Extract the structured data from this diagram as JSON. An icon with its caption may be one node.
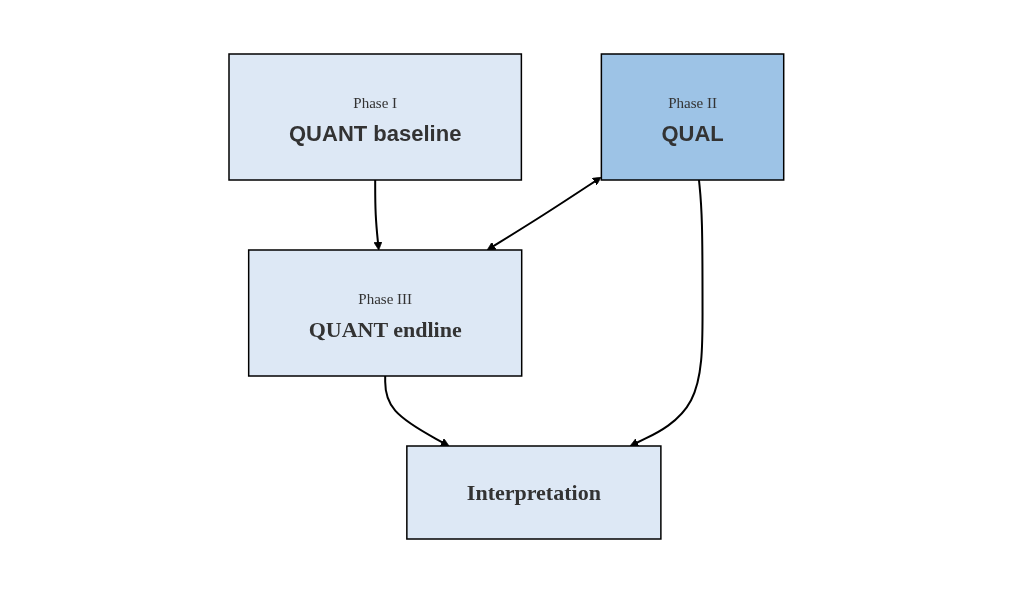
{
  "diagram": {
    "nodes": [
      {
        "text": [
          "Phase I",
          "QUANT baseline"
        ]
      },
      {
        "text": [
          "Phase II",
          "QUAL"
        ]
      },
      {
        "text": [
          "Phase III",
          "QUANT endline"
        ]
      },
      {
        "text": [
          "Interpretation"
        ]
      }
    ],
    "edges": [
      {
        "from": 0,
        "to": 2,
        "arrow": "to"
      },
      {
        "from": 1,
        "to": 2,
        "arrow": "both"
      },
      {
        "from": 1,
        "to": 3,
        "arrow": "to"
      },
      {
        "from": 2,
        "to": 3,
        "arrow": "to"
      }
    ]
  }
}
